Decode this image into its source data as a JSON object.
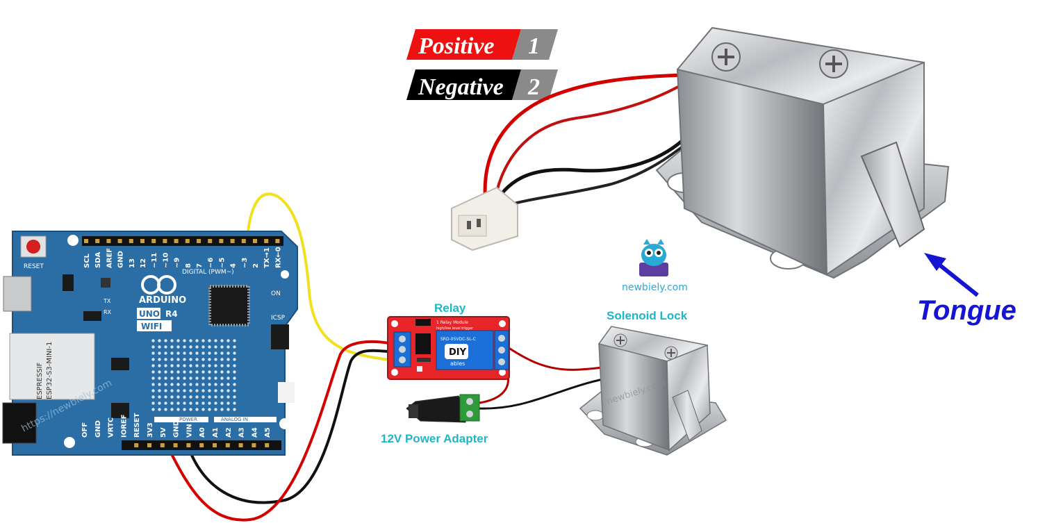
{
  "legend": {
    "positive_label": "Positive",
    "positive_num": "1",
    "negative_label": "Negative",
    "negative_num": "2"
  },
  "labels": {
    "relay": "Relay",
    "solenoid": "Solenoid Lock",
    "power_adapter": "12V Power Adapter",
    "tongue": "Tongue",
    "brand": "newbiely.com",
    "watermark_left": "https://newbiely.com",
    "watermark_right": "newbiely.com"
  },
  "arduino": {
    "reset": "RESET",
    "brand": "ARDUINO",
    "model_uno": "UNO",
    "model_r4": "R4",
    "model_wifi": "WIFI",
    "module_line1": "ESPRESSIF",
    "module_line2": "ESP32-S3-MINI-1",
    "digital_label": "DIGITAL (PWM~)",
    "on": "ON",
    "icsp": "ICSP",
    "tx": "TX",
    "rx": "RX",
    "power_label": "POWER",
    "analog_label": "ANALOG IN",
    "top_pins": [
      "SCL",
      "SDA",
      "AREF",
      "GND",
      "13",
      "12",
      "~11",
      "~10",
      "~9",
      "8",
      "7",
      "~6",
      "~5",
      "4",
      "~3",
      "2",
      "TX→1",
      "RX←0"
    ],
    "bottom_pins": [
      "OFF",
      "GND",
      "VRTC",
      "IOREF",
      "RESET",
      "3V3",
      "5V",
      "GND",
      "VIN",
      "A0",
      "A1",
      "A2",
      "A3",
      "A4",
      "A5"
    ]
  },
  "relay_board": {
    "title": "1 Relay Module",
    "subtitle": "high/low level trigger",
    "part": "SRD-05VDC-SL-C",
    "brand_diy": "DIY",
    "brand_ables": "ables"
  },
  "colors": {
    "board_blue": "#2b6ea6",
    "relay_red": "#e8262a",
    "wire_red": "#d40000",
    "wire_black": "#111111",
    "wire_yellow": "#f0e020",
    "label_cyan": "#1fb6c8",
    "tongue_blue": "#1414d2"
  }
}
